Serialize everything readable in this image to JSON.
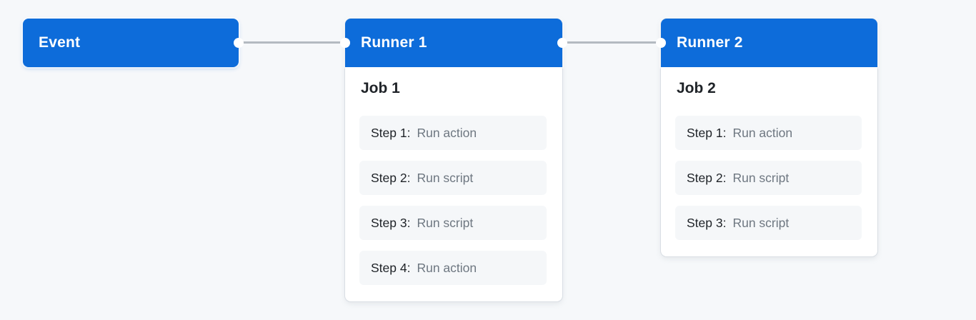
{
  "palette": {
    "background": "#f6f8fa",
    "accent_blue": "#0d6cda",
    "connector": "#b4bac1",
    "card_border": "#d9dee4",
    "step_bg": "#f5f7f9",
    "text_dark": "#1f2328",
    "text_muted": "#6e7781",
    "text_on_blue": "#ffffff"
  },
  "diagram": {
    "event": {
      "label": "Event"
    },
    "runners": [
      {
        "title": "Runner 1",
        "job": {
          "title": "Job 1",
          "steps": [
            {
              "label": "Step 1:",
              "value": "Run action"
            },
            {
              "label": "Step 2:",
              "value": "Run script"
            },
            {
              "label": "Step 3:",
              "value": "Run script"
            },
            {
              "label": "Step 4:",
              "value": "Run action"
            }
          ]
        }
      },
      {
        "title": "Runner 2",
        "job": {
          "title": "Job 2",
          "steps": [
            {
              "label": "Step 1:",
              "value": "Run action"
            },
            {
              "label": "Step 2:",
              "value": "Run script"
            },
            {
              "label": "Step 3:",
              "value": "Run script"
            }
          ]
        }
      }
    ]
  }
}
